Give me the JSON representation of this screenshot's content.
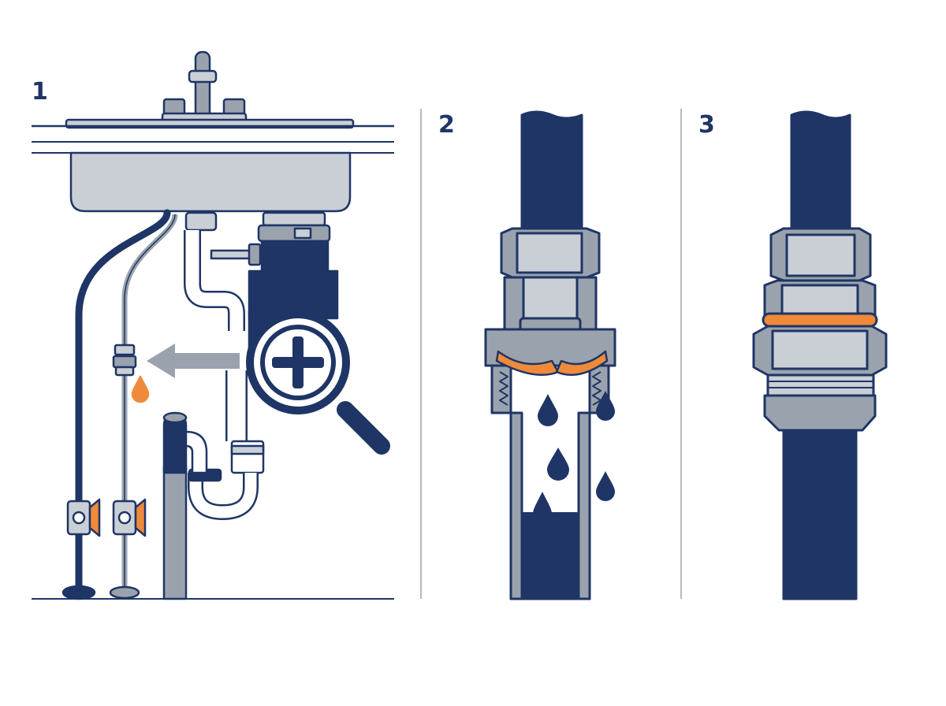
{
  "panels": [
    {
      "number": "1"
    },
    {
      "number": "2"
    },
    {
      "number": "3"
    }
  ],
  "colors": {
    "navy": "#1f3566",
    "gray": "#9aa3ad",
    "light_gray": "#c9cfd5",
    "orange": "#ef8a3b",
    "white": "#ffffff"
  },
  "icons": {
    "magnifier": "magnifier-plus-icon",
    "arrow": "arrow-left-icon",
    "leak": "water-drop-icon"
  }
}
